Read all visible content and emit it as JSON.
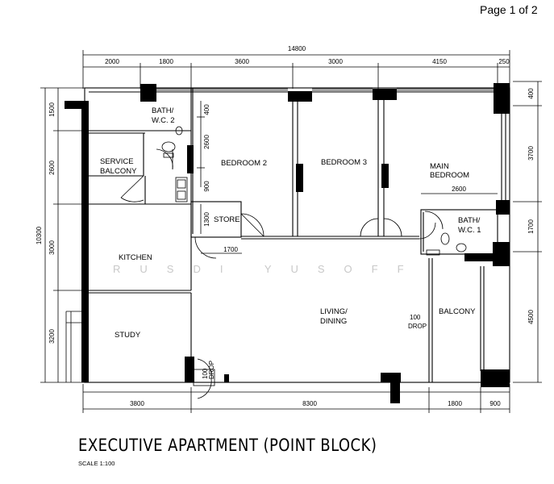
{
  "page_number": "Page 1 of 2",
  "title": "EXECUTIVE APARTMENT (POINT BLOCK)",
  "scale": "SCALE  1:100",
  "watermark": "RUSDI YUSOFF",
  "dimensions": {
    "overall_width": "14800",
    "top": [
      "2000",
      "1800",
      "3600",
      "3000",
      "4150",
      "250"
    ],
    "bottom": [
      "3800",
      "8300",
      "1800",
      "900"
    ],
    "left_total": "10300",
    "left": [
      "1500",
      "2600",
      "3000",
      "3200"
    ],
    "right": [
      "400",
      "3700",
      "1700",
      "4500"
    ],
    "inner": {
      "bath2_height": "400",
      "bedroom2_upper": "2600",
      "bedroom2_lower": "900",
      "store_height": "1300",
      "store_width": "1700",
      "main_bath_width": "2600"
    }
  },
  "rooms": {
    "bath_wc2": [
      "BATH/",
      "W.C. 2"
    ],
    "service_balcony": [
      "SERVICE",
      "BALCONY"
    ],
    "bedroom2": "BEDROOM 2",
    "bedroom3": "BEDROOM 3",
    "main_bedroom": [
      "MAIN",
      "BEDROOM"
    ],
    "bath_wc1": [
      "BATH/",
      "W.C. 1"
    ],
    "store": "STORE",
    "kitchen": "KITCHEN",
    "living_dining": [
      "LIVING/",
      "DINING"
    ],
    "balcony": "BALCONY",
    "study": "STUDY"
  },
  "annotations": {
    "drop_living": [
      "100",
      "DROP"
    ],
    "drop_entrance": [
      "100",
      "DROP"
    ]
  }
}
